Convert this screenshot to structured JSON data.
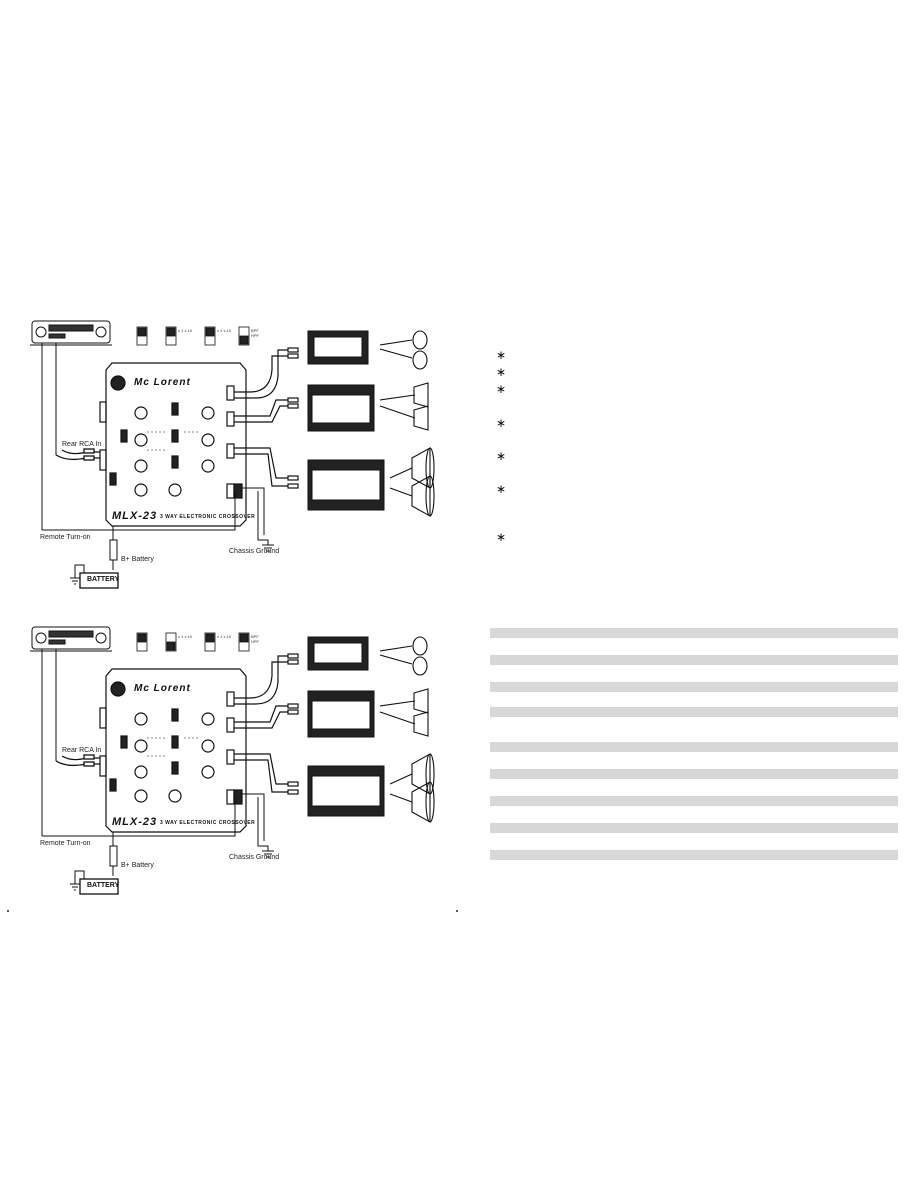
{
  "diagrams": [
    {
      "id": "top",
      "labels": {
        "rear_rca_in": "Rear RCA In",
        "remote_turn_on": "Remote Turn-on",
        "b_battery": "B+ Battery",
        "chassis_ground": "Chassis Ground",
        "battery": "BATTERY"
      },
      "crossover": {
        "brand": "Mc Lorent",
        "model": "MLX-23",
        "subtitle": "3 WAY ELECTRONIC CROSSOVER"
      },
      "switch_legends": [
        "",
        "x 1  x 10",
        "x 1  x 10",
        "BPF  HPF"
      ]
    },
    {
      "id": "bottom",
      "labels": {
        "rear_rca_in": "Rear RCA In",
        "remote_turn_on": "Remote Turn-on",
        "b_battery": "B+ Battery",
        "chassis_ground": "Chassis Ground",
        "battery": "BATTERY"
      },
      "crossover": {
        "brand": "Mc Lorent",
        "model": "MLX-23",
        "subtitle": "3 WAY ELECTRONIC CROSSOVER"
      },
      "switch_legends": [
        "",
        "x 1  x 10",
        "x 1  x 10",
        "BPF  HPF"
      ]
    }
  ],
  "bullets": {
    "symbol": "∗",
    "count": 7
  },
  "table": {
    "striped_rows": 9
  }
}
